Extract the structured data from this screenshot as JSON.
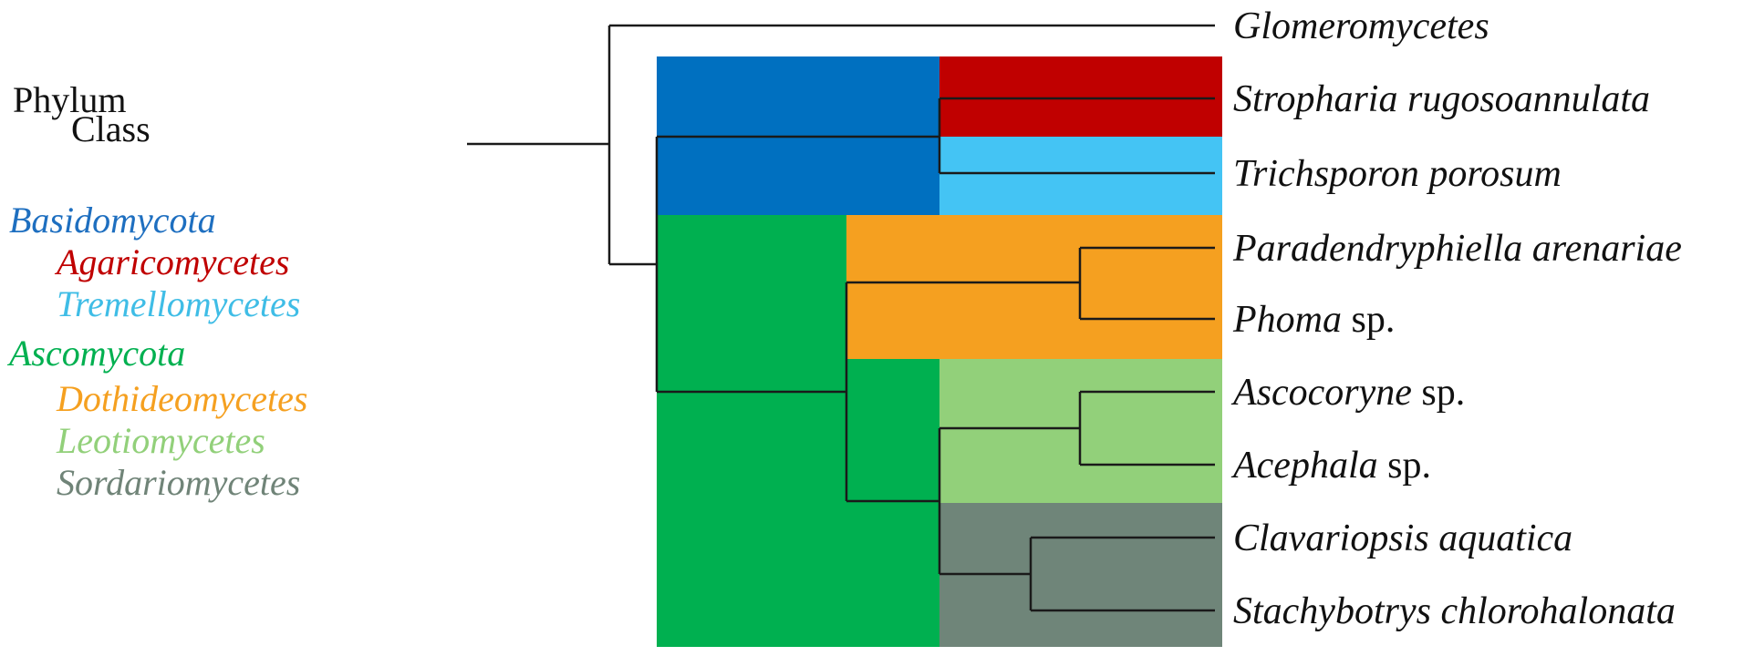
{
  "legend": {
    "header": {
      "phylum": "Phylum",
      "class": "Class"
    },
    "entries": [
      {
        "text": "Basidomycota",
        "color": "#1e6fc0"
      },
      {
        "text": "Agaricomycetes",
        "color": "#c00000"
      },
      {
        "text": "Tremellomycetes",
        "color": "#3fbde6"
      },
      {
        "text": "Ascomycota",
        "color": "#00b050"
      },
      {
        "text": "Dothideomycetes",
        "color": "#f5a020"
      },
      {
        "text": "Leotiomycetes",
        "color": "#92d07a"
      },
      {
        "text": "Sordariomycetes",
        "color": "#708478"
      }
    ]
  },
  "taxa": [
    {
      "italic": "Glomeromycetes",
      "plain": ""
    },
    {
      "italic": "Stropharia rugosoannulata",
      "plain": ""
    },
    {
      "italic": "Trichsporon porosum",
      "plain": ""
    },
    {
      "italic": "Paradendryphiella arenariae",
      "plain": ""
    },
    {
      "italic": "Phoma",
      "plain": " sp."
    },
    {
      "italic": "Ascocoryne",
      "plain": " sp."
    },
    {
      "italic": "Acephala",
      "plain": " sp."
    },
    {
      "italic": "Clavariopsis aquatica",
      "plain": ""
    },
    {
      "italic": "Stachybotrys chlorohalonata",
      "plain": ""
    }
  ],
  "colors": {
    "basidiomycota_block": "#0070c0",
    "agaricomycetes_block": "#c00000",
    "tremellomycetes_block": "#44c4f4",
    "ascomycota_block": "#00b050",
    "dothideomycetes_block": "#f5a020",
    "leotiomycetes_block": "#92d07a",
    "sordariomycetes_block": "#6f8579",
    "branch_line": "#1a1a1a"
  }
}
